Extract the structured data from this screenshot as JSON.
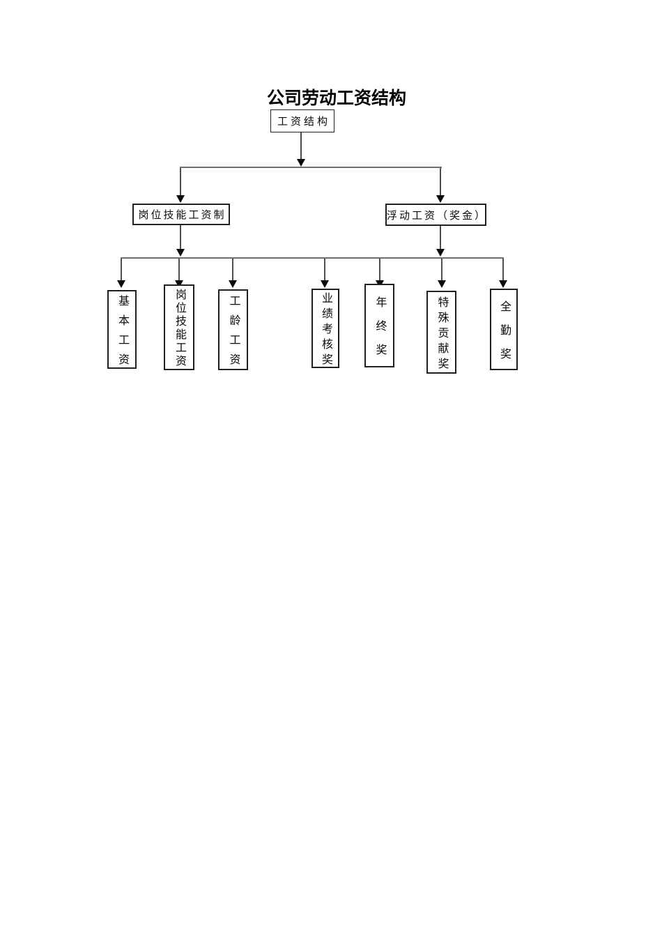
{
  "title": "公司劳动工资结构",
  "tree": {
    "root": "工资结构",
    "branches": [
      {
        "label": "岗位技能工资制",
        "children": [
          "基本工资",
          "岗位技能工资",
          "工龄工资"
        ]
      },
      {
        "label": "浮动工资（奖金）",
        "children": [
          "业绩考核奖",
          "年终奖",
          "特殊贡献奖",
          "全勤奖"
        ]
      }
    ]
  },
  "colors": {
    "line_horizontal": "#6e6e6e",
    "line_vertical": "#4d4d4d",
    "box_border": "#1f1f1f",
    "arrow": "#0a0a0a",
    "text": "#050505",
    "background": "#ffffff"
  },
  "icons": {
    "arrow_down": "solid black triangle pointing down"
  }
}
